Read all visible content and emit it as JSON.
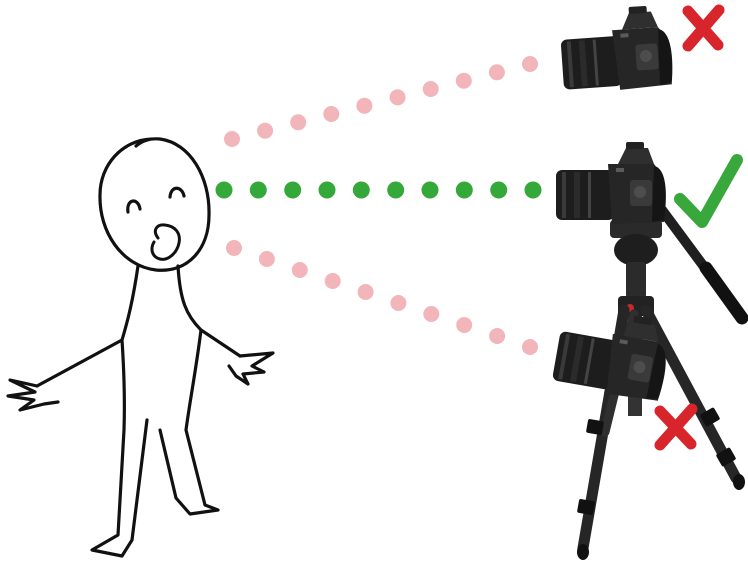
{
  "colors": {
    "background": "#ffffff",
    "ink": "#111111",
    "dot_rejected": "#f2b6ba",
    "dot_approved": "#35a83a",
    "mark_rejected": "#d8242b",
    "mark_approved": "#39a83c",
    "camera_body": "#1d1d1d",
    "camera_mid": "#2f2f2f",
    "camera_highlight": "#5a5a5a",
    "tripod_leg": "#262626",
    "tripod_accent": "#c5282e"
  },
  "icons": {
    "figure": "stick-figure",
    "camera": "camera-icon",
    "tripod": "tripod-icon",
    "approve": "check-mark-icon",
    "reject": "x-mark-icon"
  },
  "sight_lines": [
    {
      "name": "upper",
      "status": "rejected",
      "dot_count": 10
    },
    {
      "name": "level",
      "status": "approved",
      "dot_count": 10
    },
    {
      "name": "lower",
      "status": "rejected",
      "dot_count": 10
    }
  ]
}
